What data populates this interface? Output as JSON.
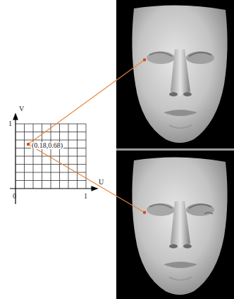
{
  "diagram": {
    "labels": [
      "V",
      "1",
      "(0.18,0.68)",
      "0",
      "1",
      "U"
    ]
  }
}
